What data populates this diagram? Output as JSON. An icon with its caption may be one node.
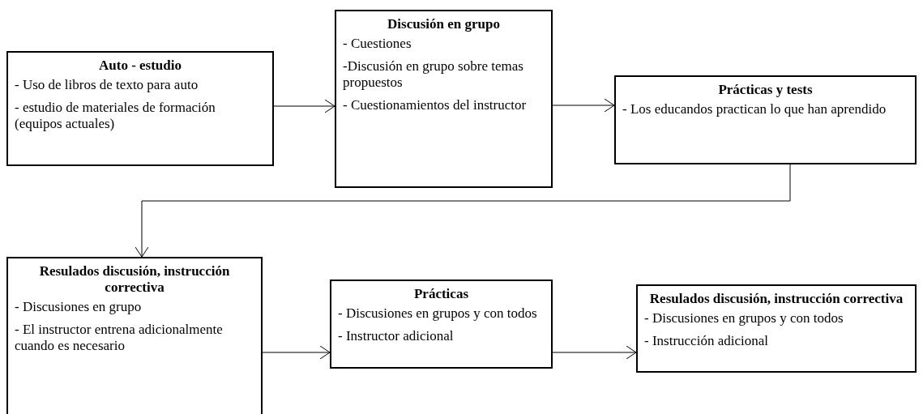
{
  "diagram": {
    "nodes": [
      {
        "text": [
          "Auto - estudio",
          "- Uso de libros de texto para auto",
          "- estudio de materiales de formación (equipos actuales)"
        ]
      },
      {
        "text": [
          "Discusión en grupo",
          "- Cuestiones",
          "-Discusión en grupo sobre temas propuestos",
          "- Cuestionamientos del instructor"
        ]
      },
      {
        "text": [
          "Prácticas y tests",
          "- Los educandos practican lo que han aprendido"
        ]
      },
      {
        "text": [
          "Resulados discusión, instrucción correctiva",
          "- Discusiones en grupo",
          "- El instructor entrena adicionalmente cuando es necesario"
        ]
      },
      {
        "text": [
          "Prácticas",
          "- Discusiones en grupos y con todos",
          "- Instructor adicional"
        ]
      },
      {
        "text": [
          "Resulados discusión, instrucción correctiva",
          "- Discusiones en grupos y con todos",
          "- Instrucción adicional"
        ]
      }
    ],
    "edges": [
      {
        "from": 0,
        "to": 1,
        "arrow": "to"
      },
      {
        "from": 1,
        "to": 2,
        "arrow": "to"
      },
      {
        "from": 2,
        "to": 3,
        "arrow": "to"
      },
      {
        "from": 3,
        "to": 4,
        "arrow": "to"
      },
      {
        "from": 4,
        "to": 5,
        "arrow": "to"
      }
    ]
  }
}
